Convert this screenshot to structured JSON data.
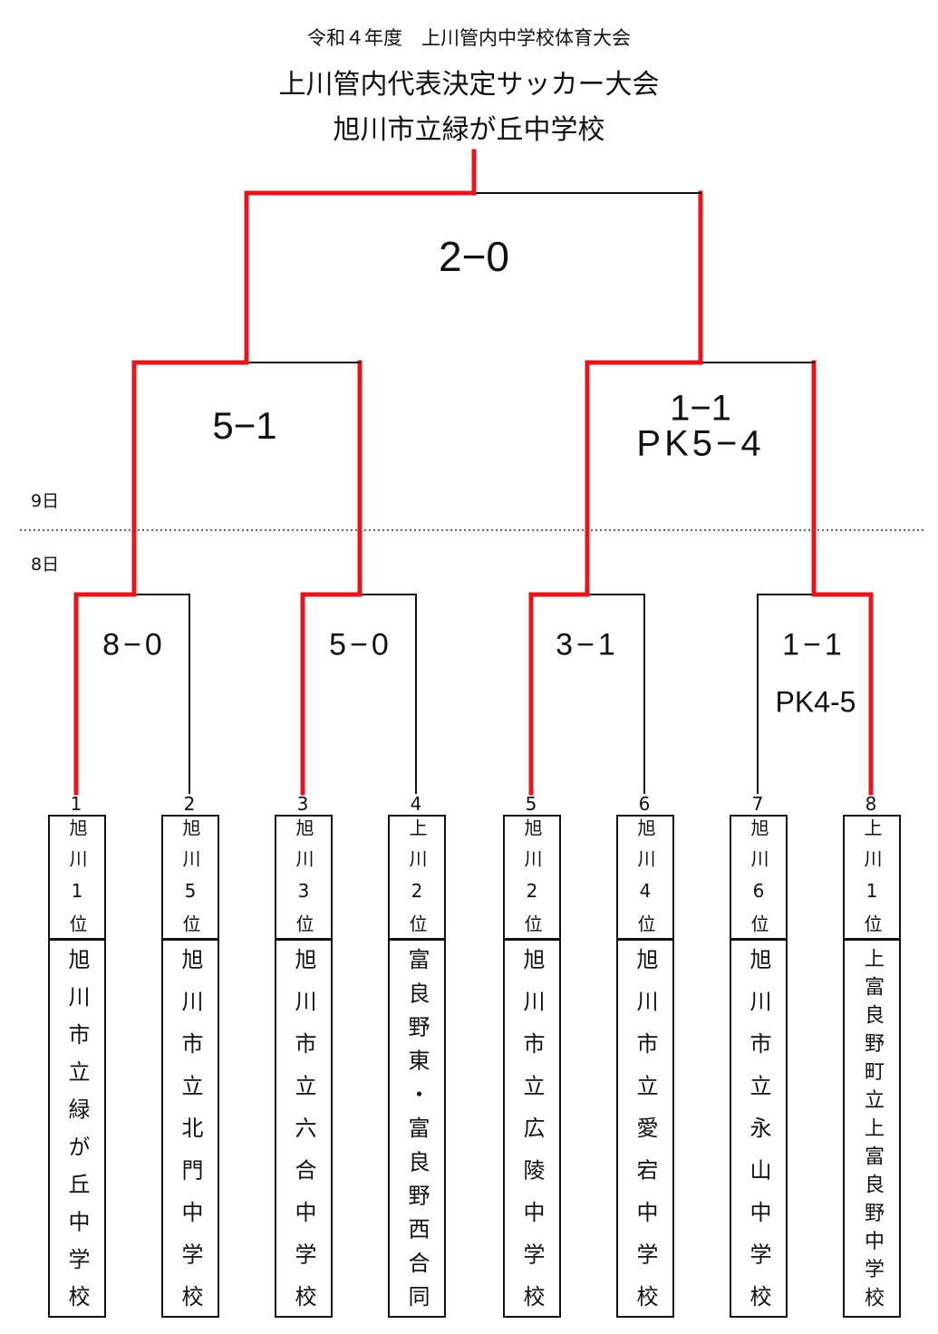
{
  "header": {
    "line1": "令和４年度　上川管内中学校体育大会",
    "line2": "上川管内代表決定サッカー大会",
    "line3": "旭川市立緑が丘中学校"
  },
  "days": {
    "day9": "9日",
    "day8": "8日"
  },
  "colors": {
    "winner_line": "#e8141b",
    "line": "#111111"
  },
  "scores": {
    "final": "2−0",
    "semi_left": "5−1",
    "semi_right": "1−1",
    "semi_right_pk": "PK5−4",
    "qf1": "8−0",
    "qf2": "5−0",
    "qf3": "3−1",
    "qf4": "1−1",
    "qf4_pk": "PK4-5"
  },
  "teams": [
    {
      "no": "1",
      "seed": "旭川1位",
      "name": "旭川市立緑が丘中学校"
    },
    {
      "no": "2",
      "seed": "旭川5位",
      "name": "旭川市立北門中学校"
    },
    {
      "no": "3",
      "seed": "旭川3位",
      "name": "旭川市立六合中学校"
    },
    {
      "no": "4",
      "seed": "上川2位",
      "name": "富良野東・富良野西合同"
    },
    {
      "no": "5",
      "seed": "旭川2位",
      "name": "旭川市立広陵中学校"
    },
    {
      "no": "6",
      "seed": "旭川4位",
      "name": "旭川市立愛宕中学校"
    },
    {
      "no": "7",
      "seed": "旭川6位",
      "name": "旭川市立永山中学校"
    },
    {
      "no": "8",
      "seed": "上川1位",
      "name": "上富良野町立上富良野中学校"
    }
  ]
}
